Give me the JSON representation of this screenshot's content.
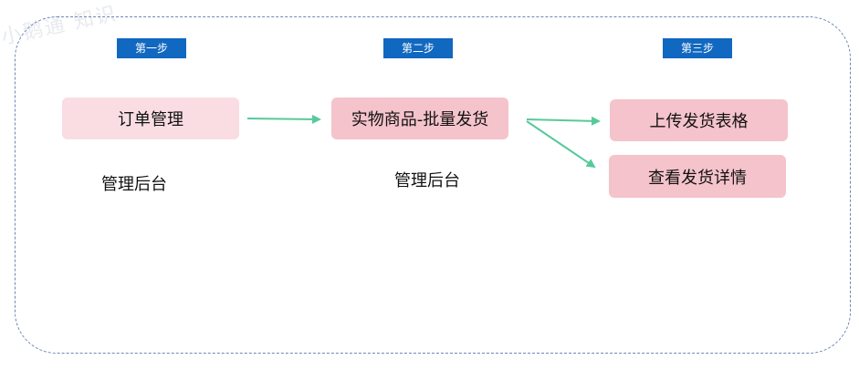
{
  "steps": [
    "第一步",
    "第二步",
    "第三步"
  ],
  "nodes": {
    "order_mgmt": "订单管理",
    "batch_ship": "实物商品-批量发货",
    "upload_sheet": "上传发货表格",
    "view_details": "查看发货详情"
  },
  "labels": {
    "admin_1": "管理后台",
    "admin_2": "管理后台"
  },
  "watermark": "小鹅通 知识",
  "colors": {
    "step_bg": "#1168c0",
    "node_light": "#f9dde2",
    "node_mid": "#f5c3cb",
    "arrow": "#57c99a",
    "border": "#6f86b4"
  }
}
